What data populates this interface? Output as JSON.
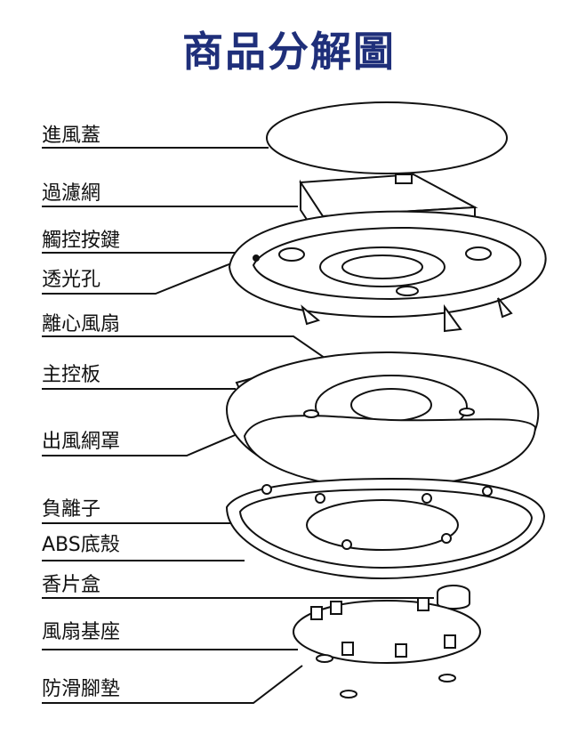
{
  "title": "商品分解圖",
  "labels": [
    "進風蓋",
    "過濾網",
    "觸控按鍵",
    "透光孔",
    "離心風扇",
    "主控板",
    "出風網罩",
    "負離子",
    "ABS底殼",
    "香片盒",
    "風扇基座",
    "防滑腳墊"
  ],
  "colors": {
    "title": "#1f2f7a",
    "line": "#111111"
  }
}
